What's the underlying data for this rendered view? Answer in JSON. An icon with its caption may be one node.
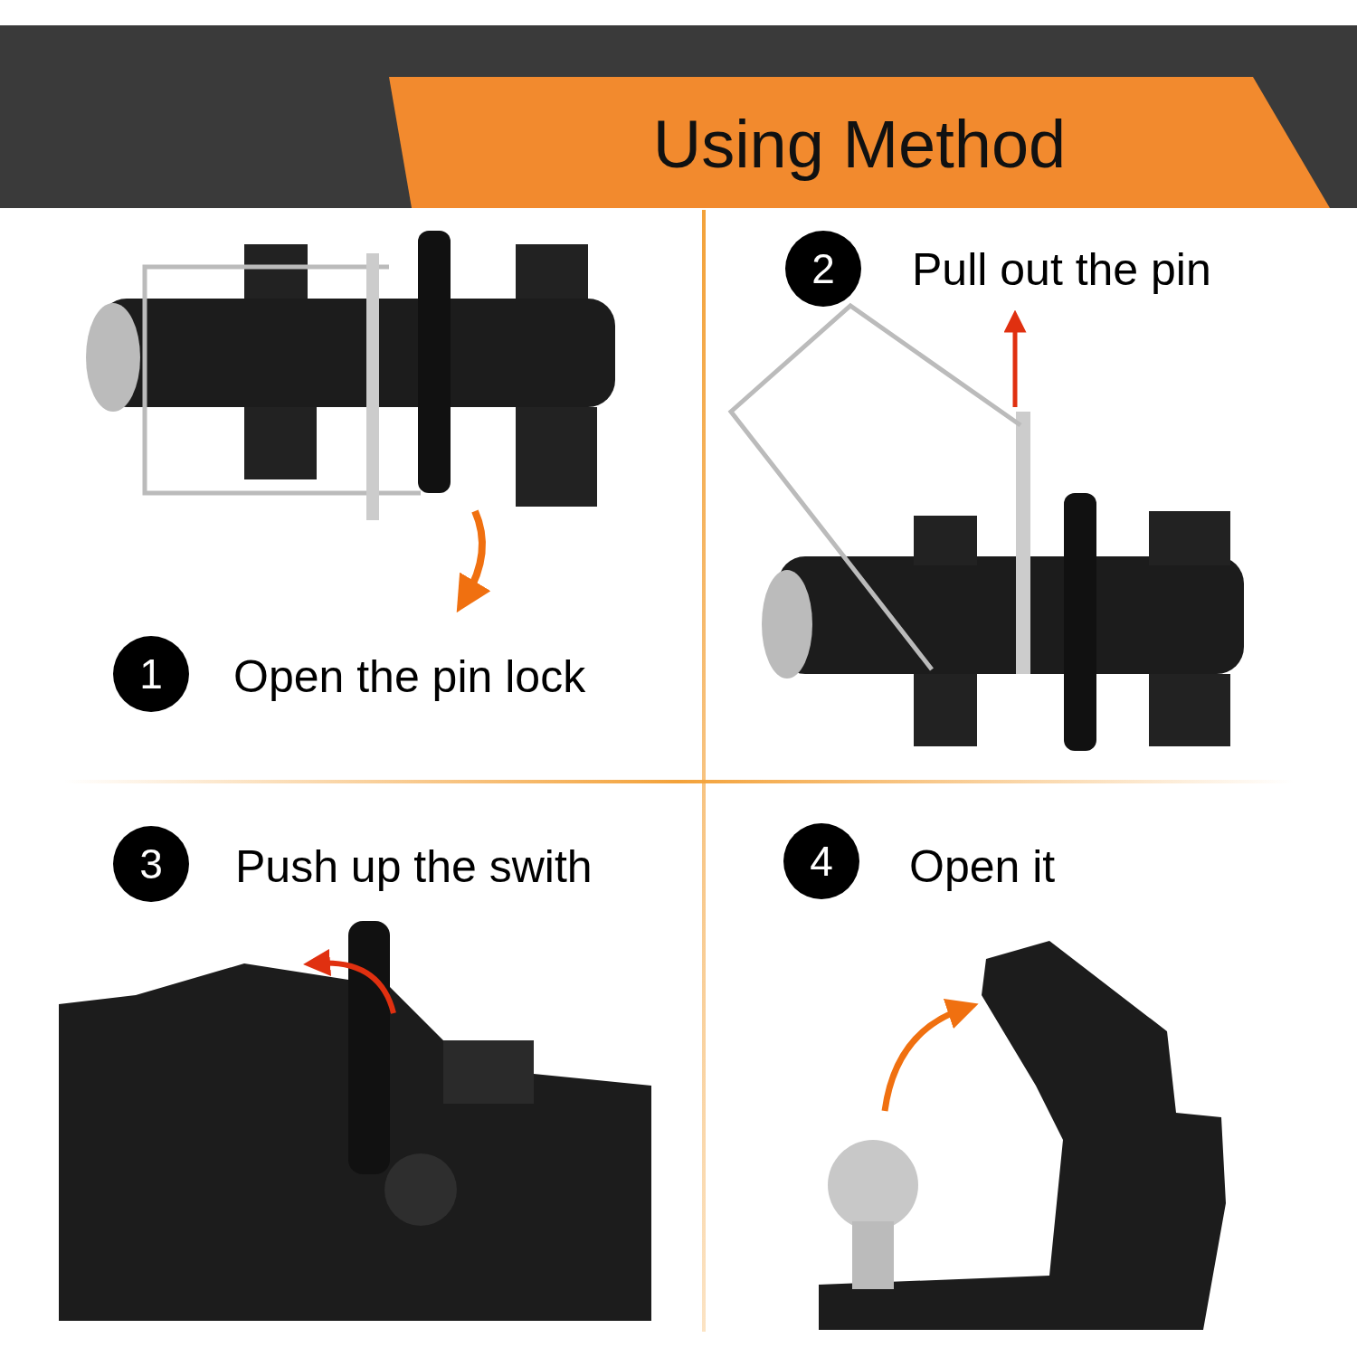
{
  "diagram": {
    "title": "Using Method",
    "labels": [
      "1",
      "Open the pin lock",
      "2",
      "Pull out the pin",
      "3",
      "Push up the swith",
      "4",
      "Open it"
    ]
  }
}
